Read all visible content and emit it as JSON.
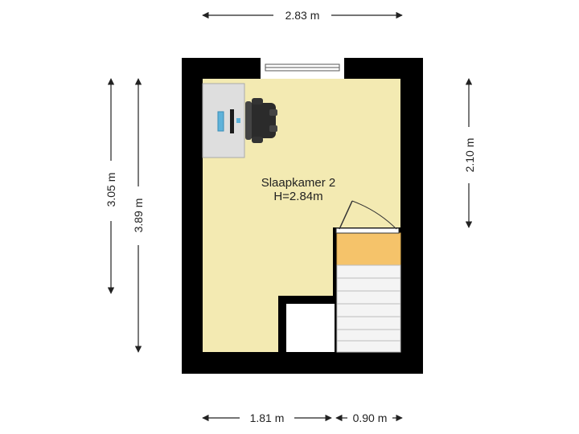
{
  "room": {
    "name": "Slaapkamer 2",
    "height": "H=2.84m"
  },
  "dimensions": {
    "top_width": "2.83 m",
    "left_inner_height": "3.05 m",
    "left_outer_height": "3.89 m",
    "right_height": "2.10 m",
    "bottom_left_width": "1.81 m",
    "bottom_right_width": "0.90 m"
  },
  "colors": {
    "wall": "#000000",
    "floor": "#f3eab2",
    "landing": "#f5c36a",
    "stairs": "#f4f4f4",
    "desk": "#dedede",
    "window": "#ffffff",
    "dimension_line": "#222222"
  }
}
